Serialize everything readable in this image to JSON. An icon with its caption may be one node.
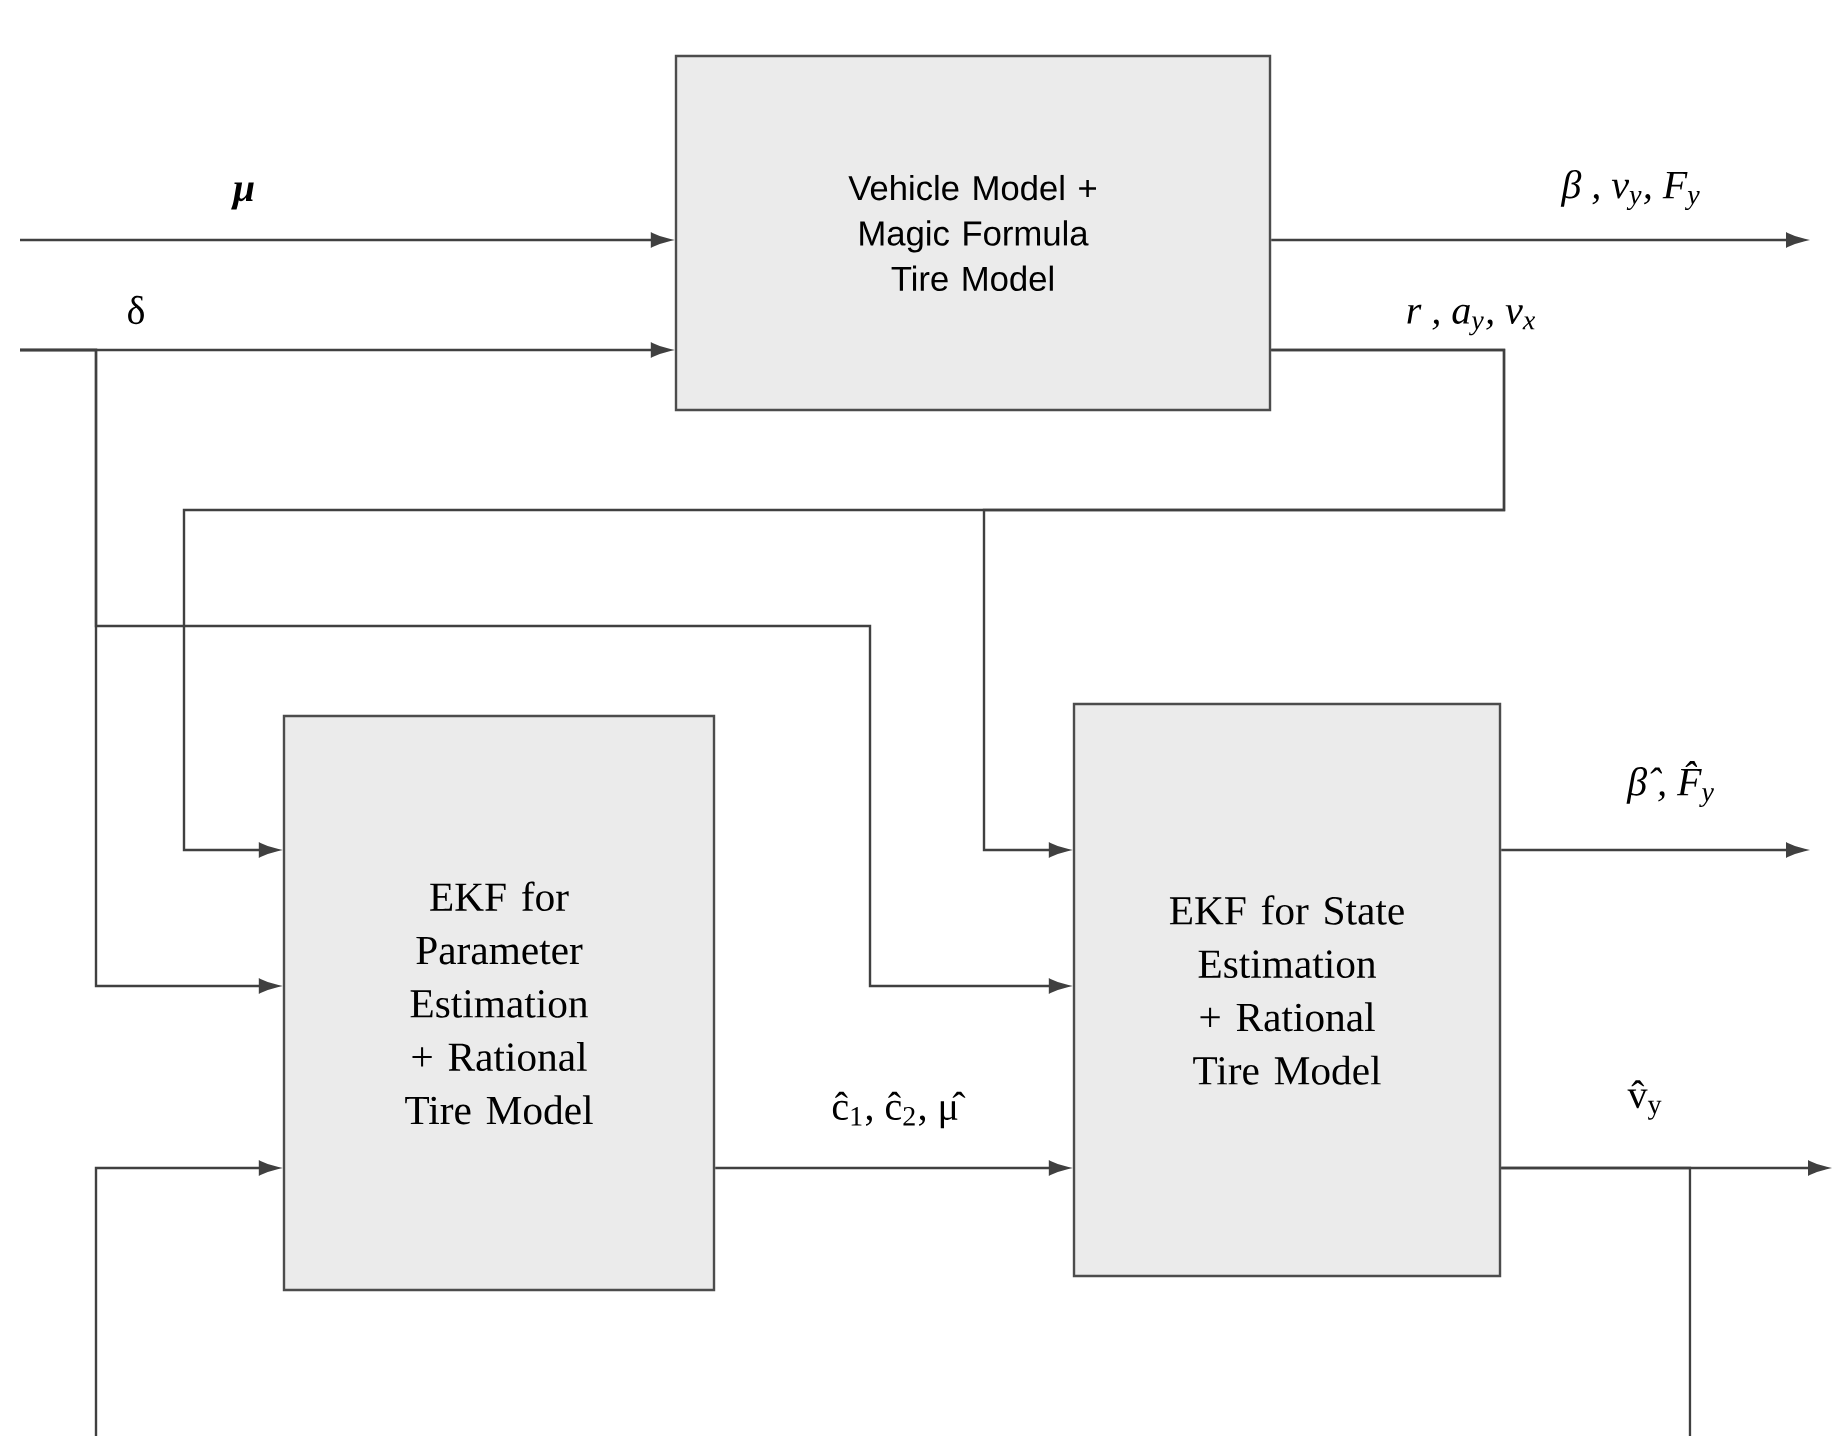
{
  "diagram": {
    "nodes": [
      {
        "text": [
          "Vehicle Model + Magic Formula Tire Model"
        ]
      },
      {
        "text": [
          "EKF for Parameter Estimation + Rational Tire Model"
        ]
      },
      {
        "text": [
          "EKF for State Estimation + Rational Tire Model"
        ]
      }
    ],
    "edges": [
      {
        "from": null,
        "to": 0,
        "arrow": "to",
        "label": "μ"
      },
      {
        "from": null,
        "to": 0,
        "arrow": "to",
        "label": "δ"
      },
      {
        "from": null,
        "to": 1,
        "arrow": "to"
      },
      {
        "from": null,
        "to": 2,
        "arrow": "to"
      },
      {
        "from": 0,
        "to": null,
        "arrow": "to",
        "label": "β , v$_{y}$, F$_{y}$"
      },
      {
        "from": 0,
        "to": 1,
        "arrow": "to",
        "label": "r , a$_{y}$, v$_{x}$"
      },
      {
        "from": 0,
        "to": 2,
        "arrow": "to"
      },
      {
        "from": 1,
        "to": 2,
        "arrow": "to",
        "label": "ĉ$_{1}$, ĉ$_{2}$, μ̂"
      },
      {
        "from": 2,
        "to": null,
        "arrow": "to",
        "label": "β̂ , F̂$_{y}$"
      },
      {
        "from": 2,
        "to": null,
        "arrow": "to",
        "label": "v̂$_{y}$"
      },
      {
        "from": 2,
        "to": null,
        "arrow": "none"
      },
      {
        "from": null,
        "to": 1,
        "arrow": "to"
      }
    ]
  }
}
